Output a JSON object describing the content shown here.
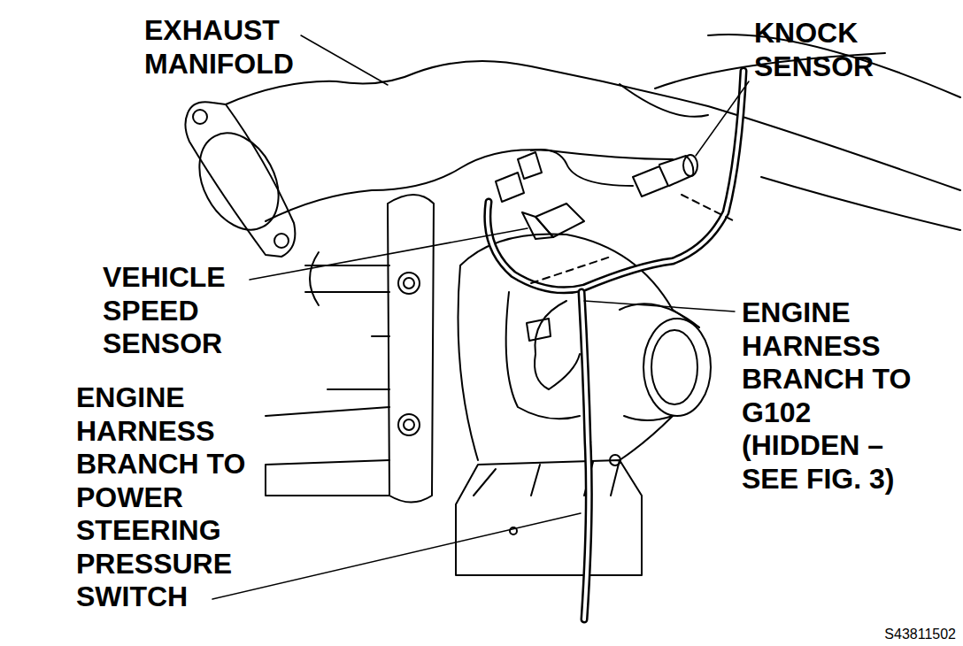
{
  "diagram": {
    "labels": [
      "EXHAUST MANIFOLD",
      "KNOCK SENSOR",
      "VEHICLE SPEED SENSOR",
      "ENGINE HARNESS BRANCH TO G102 (HIDDEN – SEE FIG. 3)",
      "ENGINE HARNESS BRANCH TO POWER STEERING PRESSURE SWITCH",
      "S43811502"
    ]
  }
}
